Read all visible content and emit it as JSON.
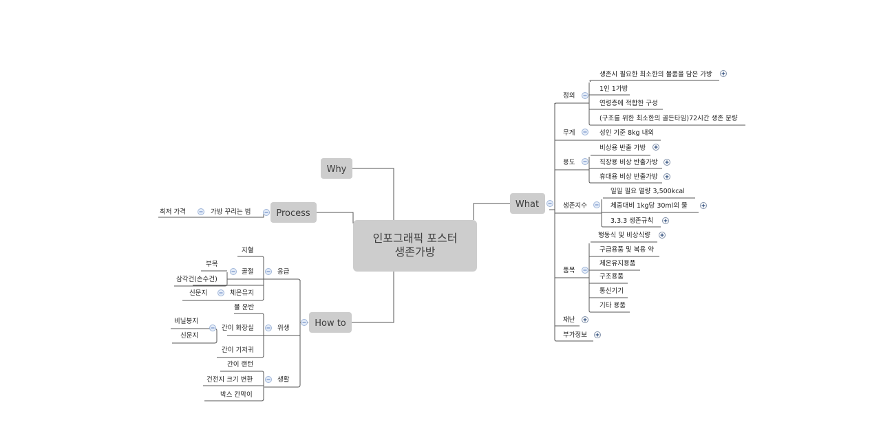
{
  "central": {
    "line1": "인포그래픽 포스터",
    "line2": "생존가방"
  },
  "main_topics": {
    "why": "Why",
    "process": "Process",
    "how_to": "How to",
    "what": "What"
  },
  "process": {
    "child": "가방 꾸리는 법",
    "grandchild": "최저 가격"
  },
  "how_to": {
    "emergency": {
      "label": "응급",
      "items": [
        "지혈",
        "골절",
        "체온유지"
      ],
      "fracture_children": [
        "부목",
        "삼각건(손수건)"
      ],
      "warmth_children": [
        "신문지"
      ]
    },
    "hygiene": {
      "label": "위생",
      "items": [
        "물 운반",
        "간이 화장실",
        "간이 기저귀"
      ],
      "toilet_children": [
        "비닐봉지",
        "신문지"
      ]
    },
    "living": {
      "label": "생활",
      "items": [
        "간이 랜턴",
        "건전지 크기 변환",
        "박스 칸막이"
      ]
    }
  },
  "what": {
    "definition": {
      "label": "정의",
      "items": [
        "생존시 필요한 최소한의 물품을 담은 가방",
        "1인 1가방",
        "연령층에 적합한 구성",
        "(구조를 위한 최소한의 골든타임)72시간 생존 분량"
      ]
    },
    "weight": {
      "label": "무게",
      "items": [
        "성인 기준 8kg 내외"
      ]
    },
    "usage": {
      "label": "용도",
      "items": [
        "비상용 반출 가방",
        "직장용 비상 반출가방",
        "휴대용 비상 반출가방"
      ]
    },
    "survival_index": {
      "label": "생존지수",
      "items": [
        "일일 필요 열량 3,500kcal",
        "체중대비 1kg당 30ml의 물",
        "3.3.3 생존규칙"
      ]
    },
    "items_category": {
      "label": "품목",
      "items": [
        "행동식 및 비상식량",
        "구급용품 및 복용 약",
        "체온유지용품",
        "구조용품",
        "통신기기",
        "기타 용품"
      ]
    },
    "disaster": {
      "label": "재난"
    },
    "extra_info": {
      "label": "부가정보"
    }
  },
  "icons": {
    "collapse": "minus-circle-icon",
    "expand": "plus-circle-icon"
  },
  "colors": {
    "topic_fill": "#cdcdcd",
    "line": "#555555",
    "toggle_fill": "#e4ecf8",
    "toggle_mark": "#6f8fc8"
  }
}
